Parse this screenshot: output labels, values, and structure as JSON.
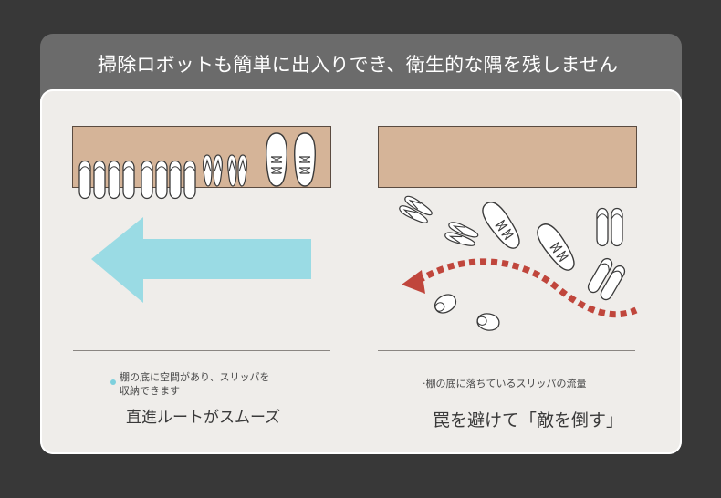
{
  "banner": {
    "title": "掃除ロボットも簡単に出入りでき、衛生的な隅を残しません"
  },
  "left_panel": {
    "note_line1": "棚の底に空間があり、スリッパを",
    "note_line2": "収納できます",
    "caption": "直進ルートがスムーズ",
    "arrow_color": "#9adbe4",
    "bullet_color": "#7dd0dd"
  },
  "right_panel": {
    "note": "·棚の底に落ちているスリッパの流量",
    "caption": "罠を避けて「敵を倒す」",
    "arrow_color": "#c0463c"
  },
  "colors": {
    "background": "#383838",
    "banner": "#6b6b6b",
    "card": "#efedea",
    "shelf": "#d5b498"
  }
}
